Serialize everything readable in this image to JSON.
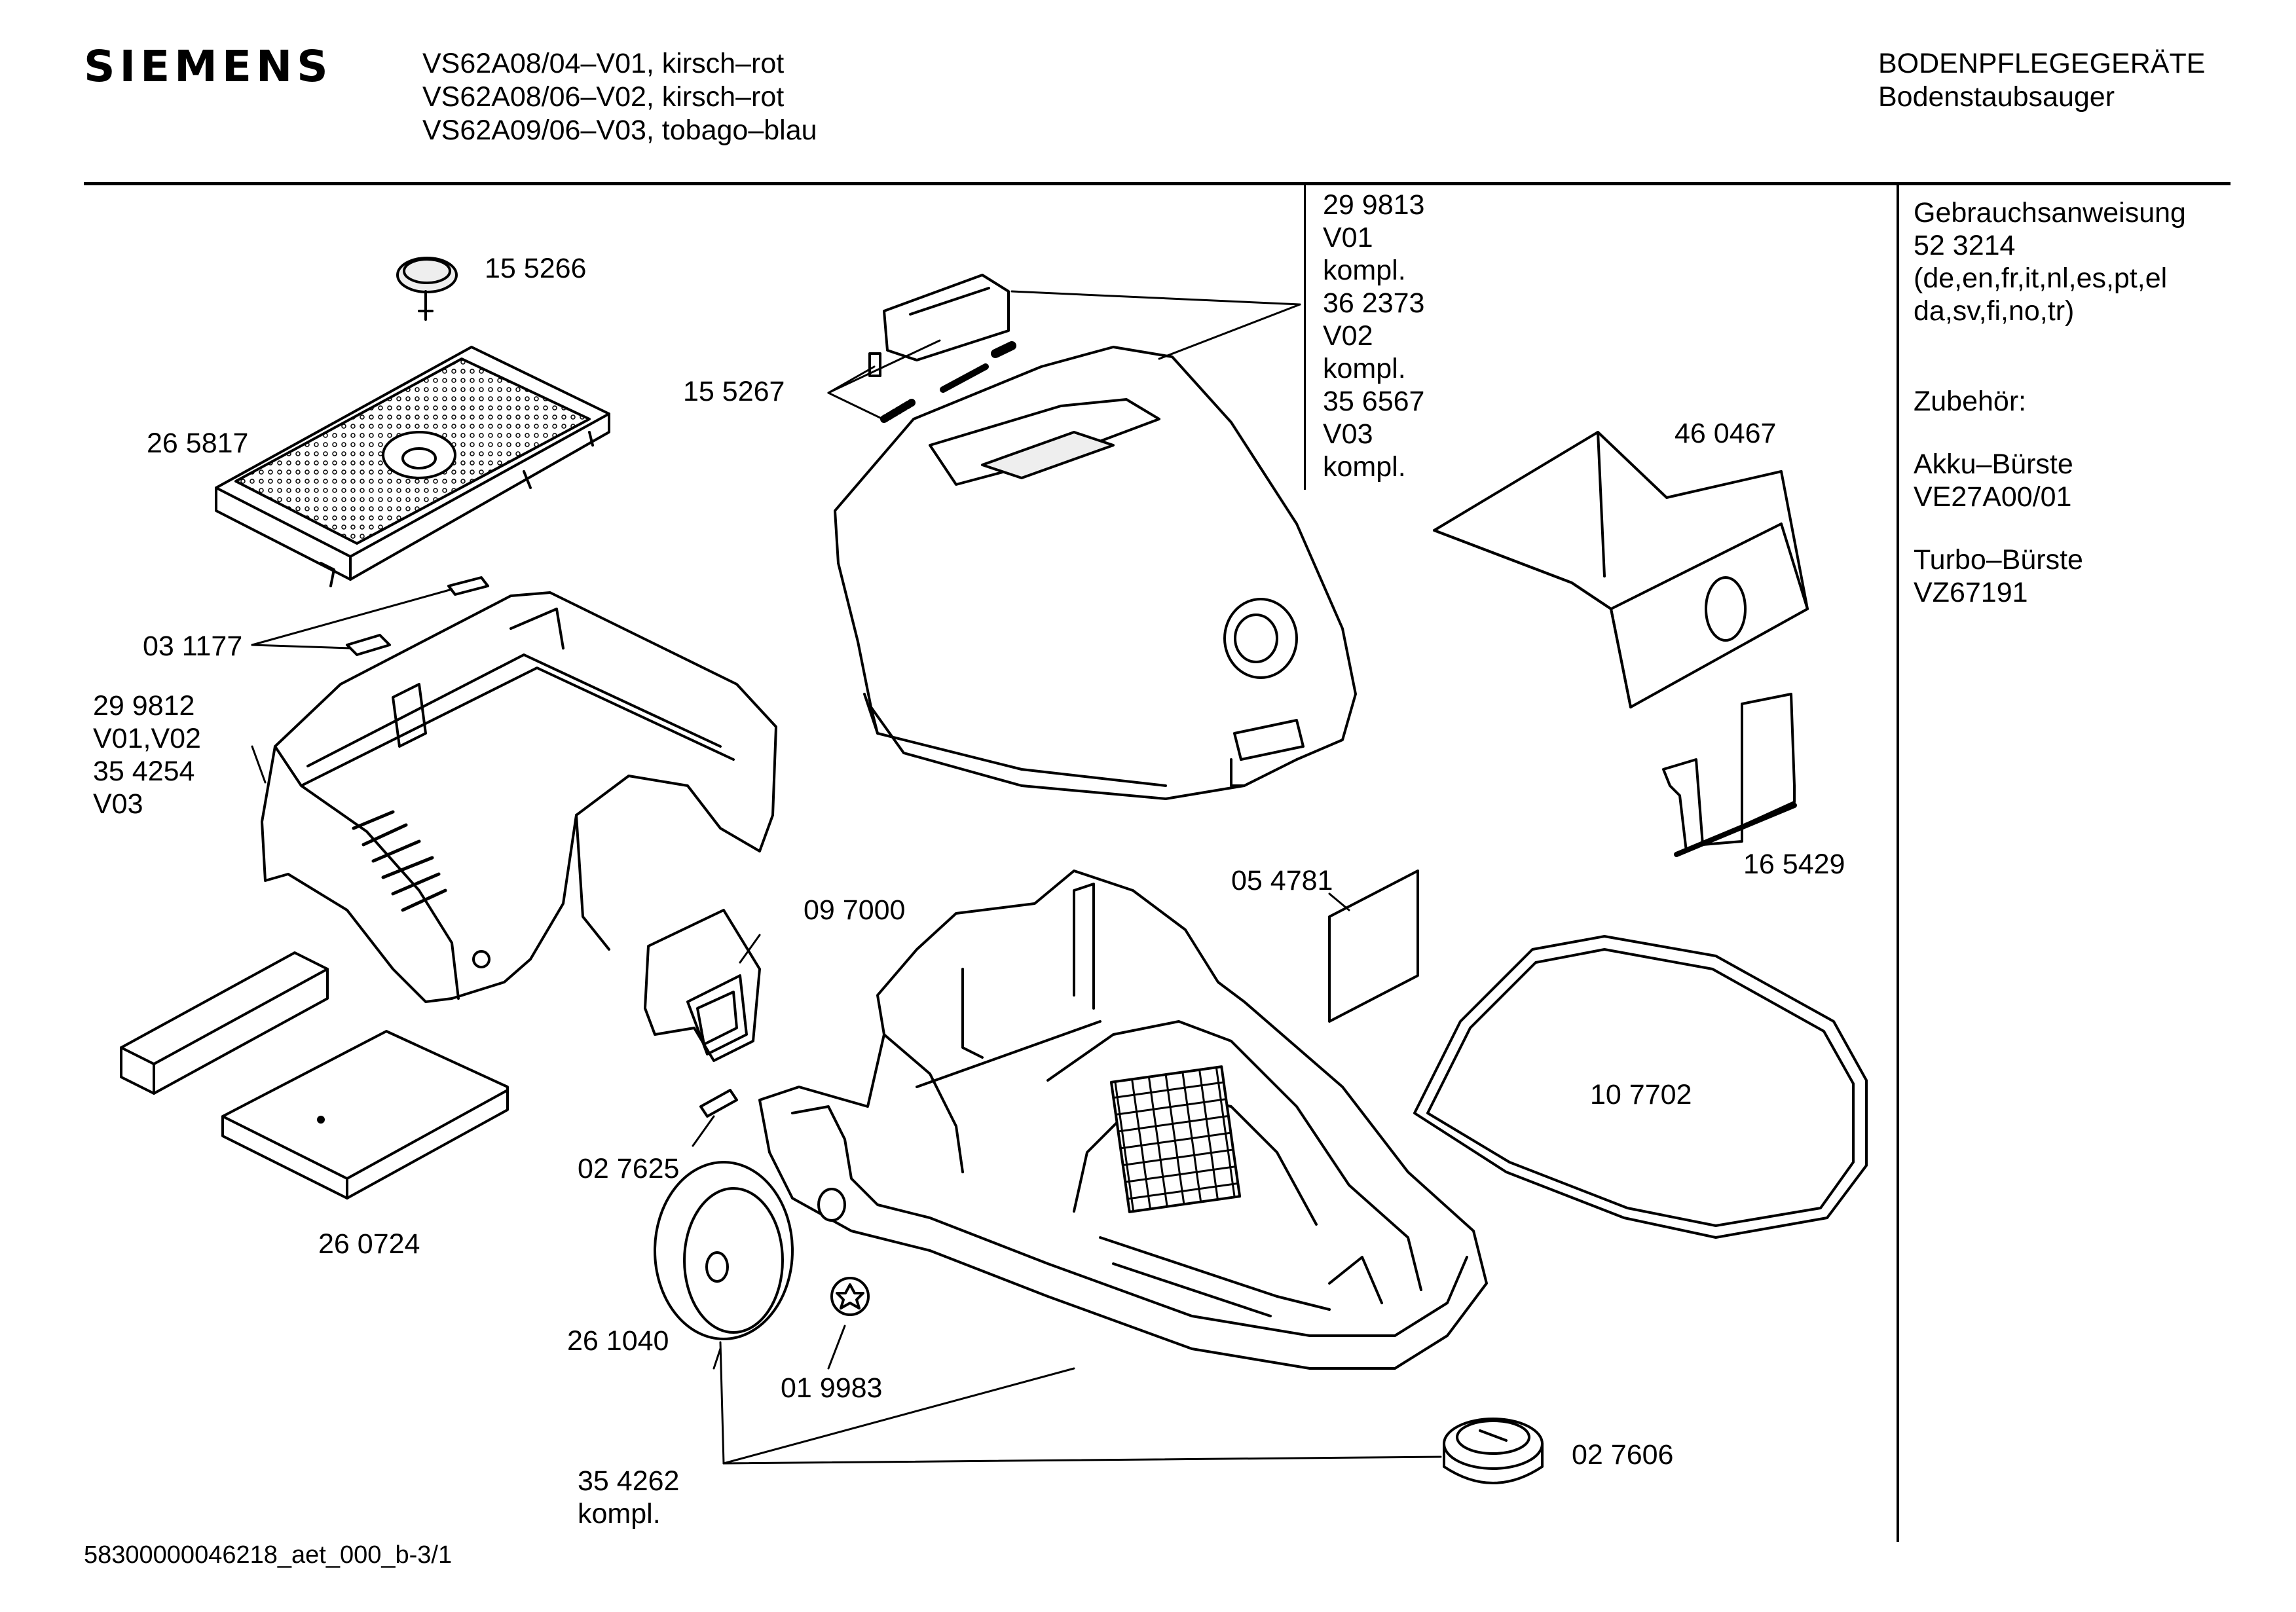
{
  "header": {
    "brand": "SIEMENS",
    "models": [
      "VS62A08/04–V01, kirsch–rot",
      "VS62A08/06–V02, kirsch–rot",
      "VS62A09/06–V03, tobago–blau"
    ],
    "category_title": "BODENPFLEGEGERÄTE",
    "category_subtitle": "Bodenstaubsauger"
  },
  "housing_parts": [
    "29 9813",
    "V01",
    "kompl.",
    "36 2373",
    "V02",
    "kompl.",
    "35 6567",
    "V03",
    "kompl."
  ],
  "sidebar": {
    "manual_title": "Gebrauchsanweisung",
    "manual_number": "52 3214",
    "manual_langs_1": "(de,en,fr,it,nl,es,pt,el",
    "manual_langs_2": "da,sv,fi,no,tr)",
    "accessories_title": "Zubehör:",
    "acc1_name": "Akku–Bürste",
    "acc1_code": "VE27A00/01",
    "acc2_name": "Turbo–Bürste",
    "acc2_code": "VZ67191"
  },
  "part_labels": {
    "p155266": "15 5266",
    "p265817": "26 5817",
    "p155267": "15 5267",
    "p031177": "03 1177",
    "p299812_1": "29 9812",
    "p299812_2": "V01,V02",
    "p299812_3": "35 4254",
    "p299812_4": "V03",
    "p460467": "46 0467",
    "p165429": "16 5429",
    "p097000": "09 7000",
    "p054781": "05 4781",
    "p107702": "10 7702",
    "p027625": "02 7625",
    "p260724": "26 0724",
    "p261040": "26 1040",
    "p019983": "01 9983",
    "p354262_1": "35 4262",
    "p354262_2": "kompl.",
    "p027606": "02 7606"
  },
  "footer": {
    "doc_id": "58300000046218_aet_000_b-3/1"
  }
}
